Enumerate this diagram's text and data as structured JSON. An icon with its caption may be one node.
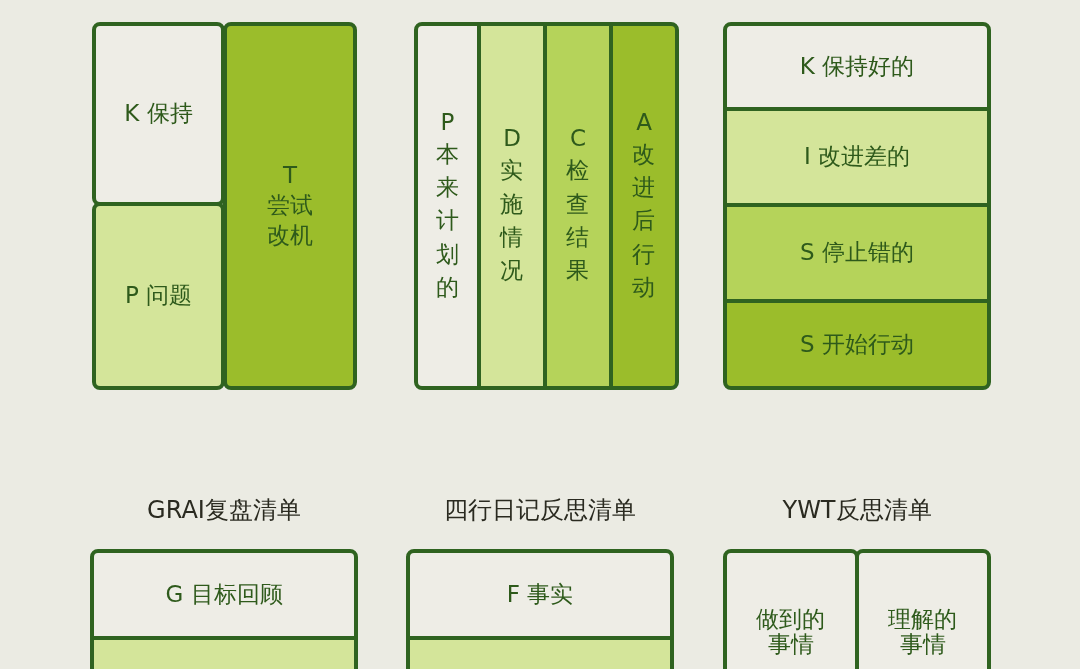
{
  "diagram": {
    "nodes": [
      {
        "text": [
          "K 保持"
        ]
      },
      {
        "text": [
          "P 问题"
        ]
      },
      {
        "text": [
          "T 尝试改机"
        ]
      },
      {
        "text": [
          "P 本来计划的"
        ]
      },
      {
        "text": [
          "D 实施情况"
        ]
      },
      {
        "text": [
          "C 检查结果"
        ]
      },
      {
        "text": [
          "A 改进后行动"
        ]
      },
      {
        "text": [
          "K 保持好的"
        ]
      },
      {
        "text": [
          "I 改进差的"
        ]
      },
      {
        "text": [
          "S 停止错的"
        ]
      },
      {
        "text": [
          "S 开始行动"
        ]
      },
      {
        "text": [
          "G 目标回顾"
        ]
      },
      {
        "text": [],
        "shape": "box"
      },
      {
        "text": [
          "F 事实"
        ]
      },
      {
        "text": [],
        "shape": "box"
      },
      {
        "text": [
          "做到的事情"
        ]
      },
      {
        "text": [
          "理解的事情"
        ]
      }
    ],
    "labels": [
      "GRAI复盘清单",
      "四行日记反思清单",
      "YWT反思清单"
    ]
  }
}
